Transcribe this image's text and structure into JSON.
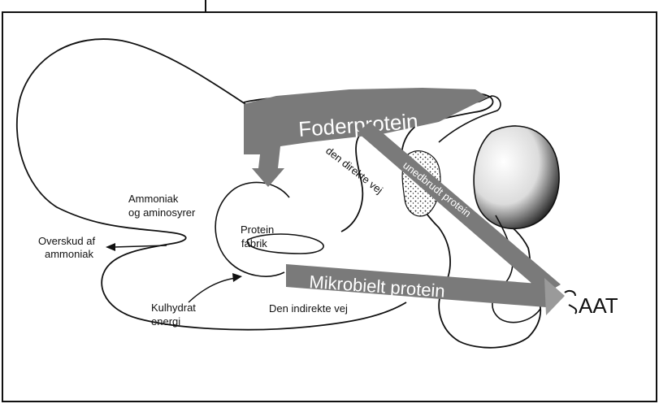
{
  "labels": {
    "foderprotein": "Foderprotein",
    "mikrobielt": "Mikrobielt protein",
    "den_direkte": "den direkte vej",
    "unedbrudt": "unedbrudt protein",
    "ammoniak_line1": "Ammoniak",
    "ammoniak_line2": "og aminosyrer",
    "overskud_line1": "Overskud af",
    "overskud_line2": "ammoniak",
    "protein_line1": "Protein",
    "protein_line2": "fabrik",
    "kulhydrat_line1": "Kulhydrat",
    "kulhydrat_line2": "energi",
    "den_indirekte": "Den indirekte vej",
    "aat": "AAT"
  },
  "colors": {
    "arrow_gray": "#7a7a7a",
    "arrow_light": "#9a9a9a",
    "outline": "#111111",
    "label_on_dark": "#ffffff"
  }
}
